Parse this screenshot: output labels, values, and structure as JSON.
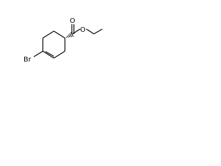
{
  "molecule": {
    "atoms": [
      {
        "id": "br",
        "label": "Br",
        "color": "#8b2500"
      },
      {
        "id": "o_carbonyl",
        "label": "O",
        "color": "#d40000"
      },
      {
        "id": "o_ester",
        "label": "O",
        "color": "#d40000"
      }
    ],
    "bond_color": "#000000",
    "stereo": "wedge-hash"
  }
}
